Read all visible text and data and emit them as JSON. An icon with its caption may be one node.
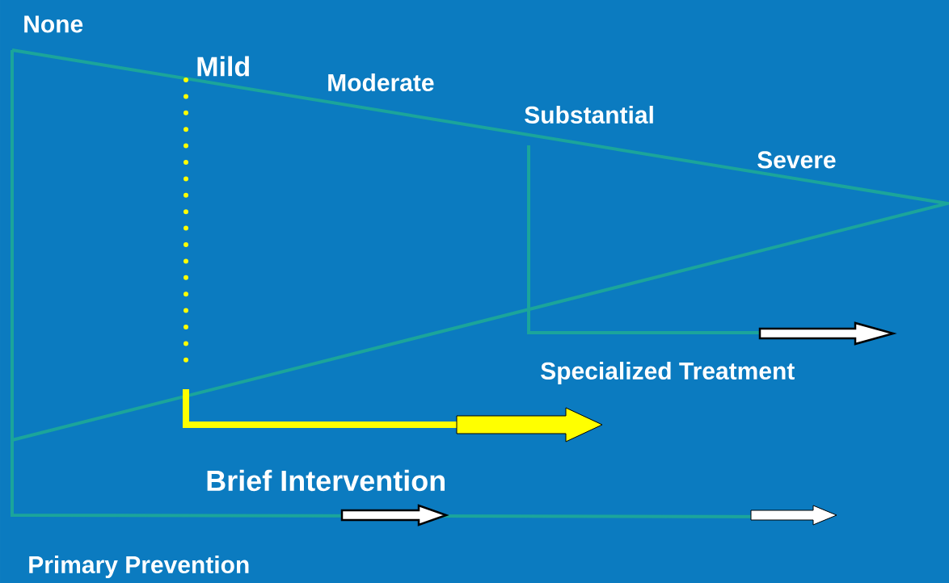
{
  "diagram": {
    "labels": [
      "None",
      "Mild",
      "Moderate",
      "Substantial",
      "Severe",
      "Specialized Treatment",
      "Brief Intervention",
      "Primary Prevention"
    ]
  }
}
